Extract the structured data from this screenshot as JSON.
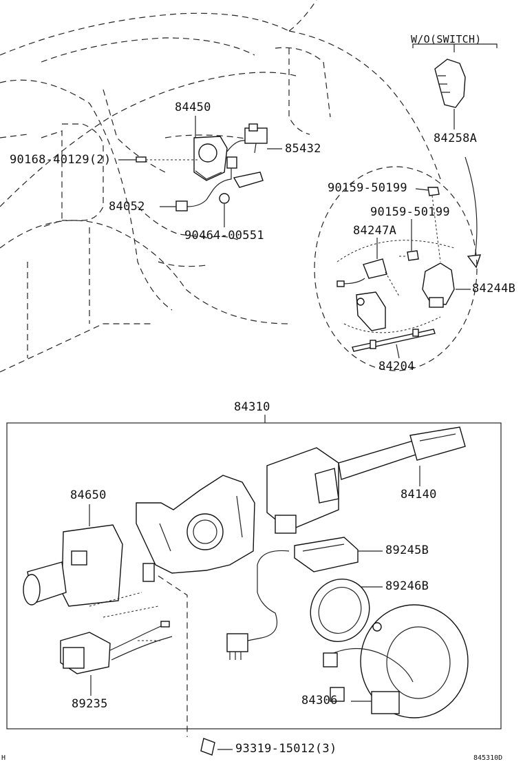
{
  "callouts": {
    "wo_switch": "W/O(SWITCH)",
    "p84258A": "84258A",
    "p84450": "84450",
    "p85432": "85432",
    "p90168": "90168-40129(2)",
    "p90159a": "90159-50199",
    "p90159b": "90159-50199",
    "p84052": "84052",
    "p84247A": "84247A",
    "p90464": "90464-00551",
    "p84244B": "84244B",
    "p84204": "84204",
    "p84310": "84310",
    "p84650": "84650",
    "p84140": "84140",
    "p89245B": "89245B",
    "p89246B": "89246B",
    "p84306": "84306",
    "p89235": "89235",
    "p93319": "93319-15012(3)"
  },
  "footer": {
    "left_mark": "H",
    "drawing_code": "845310D"
  }
}
